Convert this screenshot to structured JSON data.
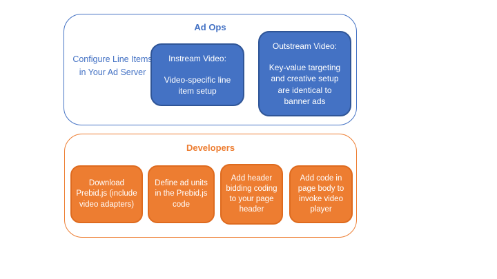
{
  "colors": {
    "blue_fill": "#4472C4",
    "blue_border": "#2F5597",
    "orange_fill": "#ED7D31",
    "orange_border": "#DE6B1F",
    "background": "#FFFFFF"
  },
  "ad_ops": {
    "title": "Ad Ops",
    "side_note": "Configure Line Items in Your Ad Server",
    "boxes": [
      {
        "title": "Instream Video:",
        "body": "Video-specific line item setup"
      },
      {
        "title": "Outstream Video:",
        "body": "Key-value targeting and creative setup are identical to banner ads"
      }
    ]
  },
  "developers": {
    "title": "Developers",
    "boxes": [
      {
        "label": "Download Prebid.js (include video adapters)"
      },
      {
        "label": "Define ad units in the Prebid.js code"
      },
      {
        "label": "Add header bidding coding to your page header"
      },
      {
        "label": "Add code in page body to invoke video player"
      }
    ]
  }
}
